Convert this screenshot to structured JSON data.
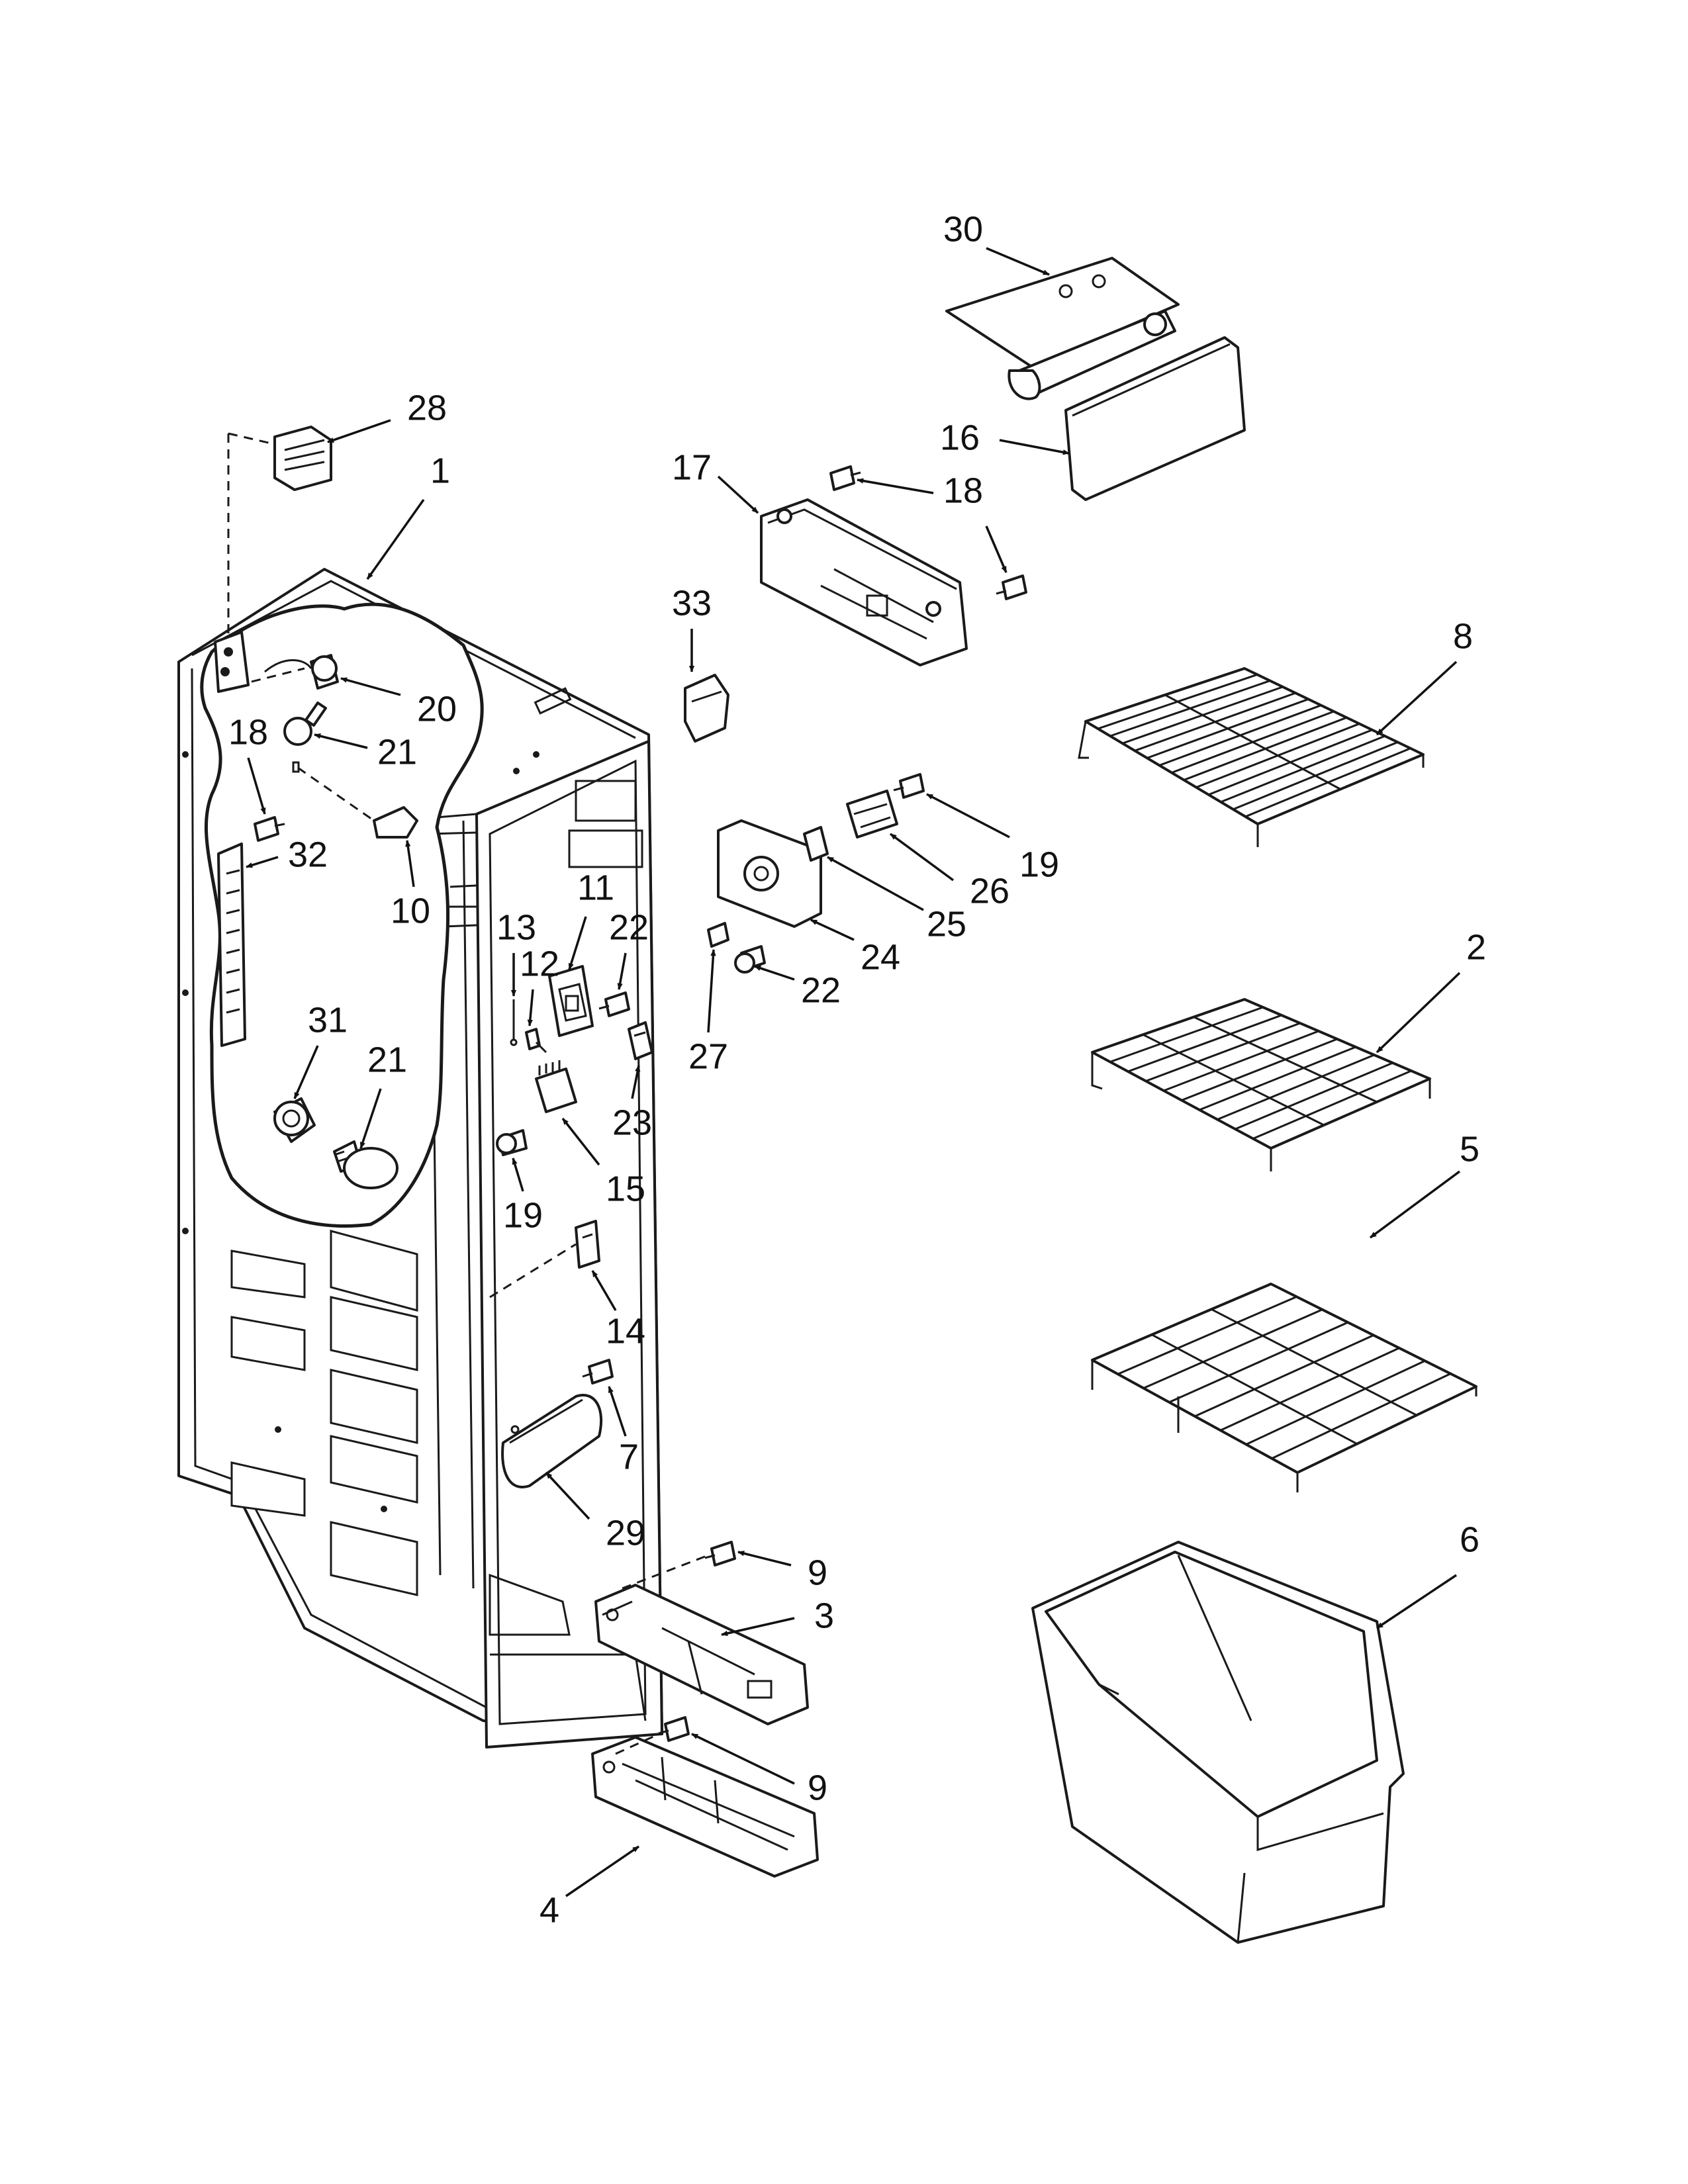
{
  "callouts": [
    {
      "id": "c30",
      "text": "30"
    },
    {
      "id": "c16",
      "text": "16"
    },
    {
      "id": "c17",
      "text": "17"
    },
    {
      "id": "c18a",
      "text": "18"
    },
    {
      "id": "c33",
      "text": "33"
    },
    {
      "id": "c8",
      "text": "8"
    },
    {
      "id": "c28",
      "text": "28"
    },
    {
      "id": "c1",
      "text": "1"
    },
    {
      "id": "c20",
      "text": "20"
    },
    {
      "id": "c21a",
      "text": "21"
    },
    {
      "id": "c18b",
      "text": "18"
    },
    {
      "id": "c32",
      "text": "32"
    },
    {
      "id": "c10",
      "text": "10"
    },
    {
      "id": "c31",
      "text": "31"
    },
    {
      "id": "c21b",
      "text": "21"
    },
    {
      "id": "c13",
      "text": "13"
    },
    {
      "id": "c12",
      "text": "12"
    },
    {
      "id": "c11",
      "text": "11"
    },
    {
      "id": "c22a",
      "text": "22"
    },
    {
      "id": "c23",
      "text": "23"
    },
    {
      "id": "c15",
      "text": "15"
    },
    {
      "id": "c19a",
      "text": "19"
    },
    {
      "id": "c14",
      "text": "14"
    },
    {
      "id": "c7",
      "text": "7"
    },
    {
      "id": "c29",
      "text": "29"
    },
    {
      "id": "c19b",
      "text": "19"
    },
    {
      "id": "c26",
      "text": "26"
    },
    {
      "id": "c25",
      "text": "25"
    },
    {
      "id": "c24",
      "text": "24"
    },
    {
      "id": "c22b",
      "text": "22"
    },
    {
      "id": "c27",
      "text": "27"
    },
    {
      "id": "c2",
      "text": "2"
    },
    {
      "id": "c5",
      "text": "5"
    },
    {
      "id": "c9a",
      "text": "9"
    },
    {
      "id": "c3",
      "text": "3"
    },
    {
      "id": "c9b",
      "text": "9"
    },
    {
      "id": "c4",
      "text": "4"
    },
    {
      "id": "c6",
      "text": "6"
    }
  ]
}
